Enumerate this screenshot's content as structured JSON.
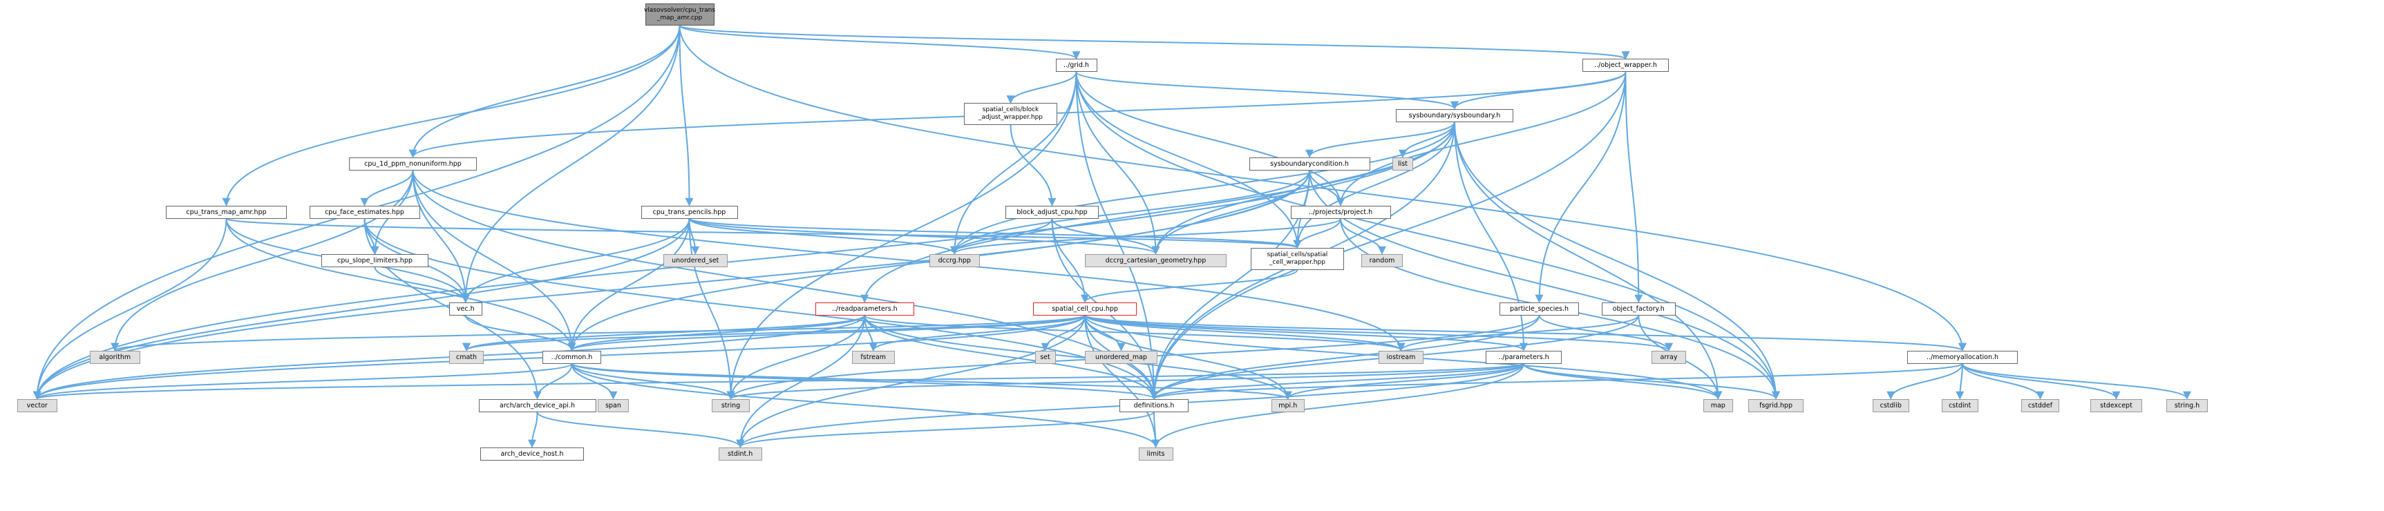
{
  "colors": {
    "edge": "#63a8e0",
    "node_border": "#666666",
    "incomplete_border": "#e82020",
    "system_fill": "#e0e0e0",
    "root_fill": "#9a9a9a"
  },
  "nodes": {
    "root": "vlasovsolver/cpu_trans\n_map_amr.cpp",
    "grid": "../grid.h",
    "object_wrapper": "../object_wrapper.h",
    "block_adjust_wrapper": "spatial_cells/block\n_adjust_wrapper.hpp",
    "sysboundary": "sysboundary/sysboundary.h",
    "list": "list",
    "sysboundarycondition": "sysboundarycondition.h",
    "cpu_1d_ppm": "cpu_1d_ppm_nonuniform.hpp",
    "cpu_face_estimates": "cpu_face_estimates.hpp",
    "cpu_trans_pencils": "cpu_trans_pencils.hpp",
    "block_adjust_cpu": "block_adjust_cpu.hpp",
    "projects_project": "../projects/project.h",
    "cpu_trans_map_amr": "cpu_trans_map_amr.hpp",
    "cpu_slope_limiters": "cpu_slope_limiters.hpp",
    "unordered_set": "unordered_set",
    "dccrg": "dccrg.hpp",
    "dccrg_cartesian": "dccrg_cartesian_geometry.hpp",
    "spatial_cell_wrapper": "spatial_cells/spatial\n_cell_wrapper.hpp",
    "random": "random",
    "vec": "vec.h",
    "readparameters": "../readparameters.h",
    "spatial_cell_cpu": "spatial_cell_cpu.hpp",
    "particle_species": "particle_species.h",
    "object_factory": "object_factory.h",
    "array": "array",
    "memoryallocation": "../memoryallocation.h",
    "algorithm": "algorithm",
    "cmath": "cmath",
    "common": "../common.h",
    "fstream": "fstream",
    "iostream": "iostream",
    "set": "set",
    "unordered_map": "unordered_map",
    "parameters": "../parameters.h",
    "span": "span",
    "vector": "vector",
    "arch_device_api": "arch/arch_device_api.h",
    "string": "string",
    "definitions": "definitions.h",
    "mpi": "mpi.h",
    "map": "map",
    "fsgrid": "fsgrid.hpp",
    "cstdlib": "cstdlib",
    "cstdint": "cstdint",
    "cstddef": "cstddef",
    "stdexcept": "stdexcept",
    "string_h": "string.h",
    "arch_device_host": "arch_device_host.h",
    "stdint": "stdint.h",
    "limits": "limits"
  }
}
